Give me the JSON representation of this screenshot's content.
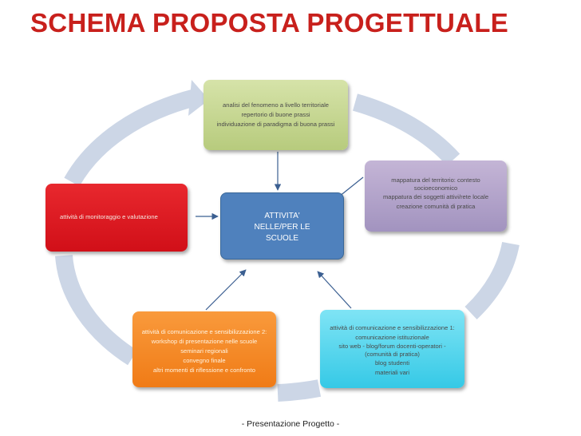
{
  "title": "SCHEMA PROPOSTA PROGETTUALE",
  "center": {
    "lines": [
      "ATTIVITA'",
      "NELLE/PER LE",
      "SCUOLE"
    ]
  },
  "boxes": {
    "green": {
      "lines": [
        "analisi del fenomeno a livello territoriale",
        "repertorio di buone prassi",
        "individuazione di paradigma di buona prassi"
      ]
    },
    "purple": {
      "lines": [
        "mappatura del territorio: contesto",
        "socioeconomico",
        "mappatura dei soggetti attivi/rete locale",
        "creazione comunità di pratica"
      ]
    },
    "red": {
      "lines": [
        "attività di monitoraggio e valutazione"
      ]
    },
    "orange": {
      "lines": [
        "attività di comunicazione e sensibilizzazione 2:",
        "workshop di presentazione nelle scuole",
        "seminari regionali",
        "convegno finale",
        "altri momenti di riflessione e confronto"
      ]
    },
    "cyan": {
      "lines": [
        "attività di comunicazione e sensibilizzazione 1:",
        "comunicazione istituzionale",
        "sito web - blog/forum docenti-operatori -",
        "(comunità di pratica)",
        "blog studenti",
        "materiali vari"
      ]
    }
  },
  "footer": "- Presentazione Progetto -",
  "colors": {
    "title": "#c8201c",
    "cycle": "#ccd6e6",
    "center": "#4f81bd",
    "arrows": "#3b5f91"
  }
}
